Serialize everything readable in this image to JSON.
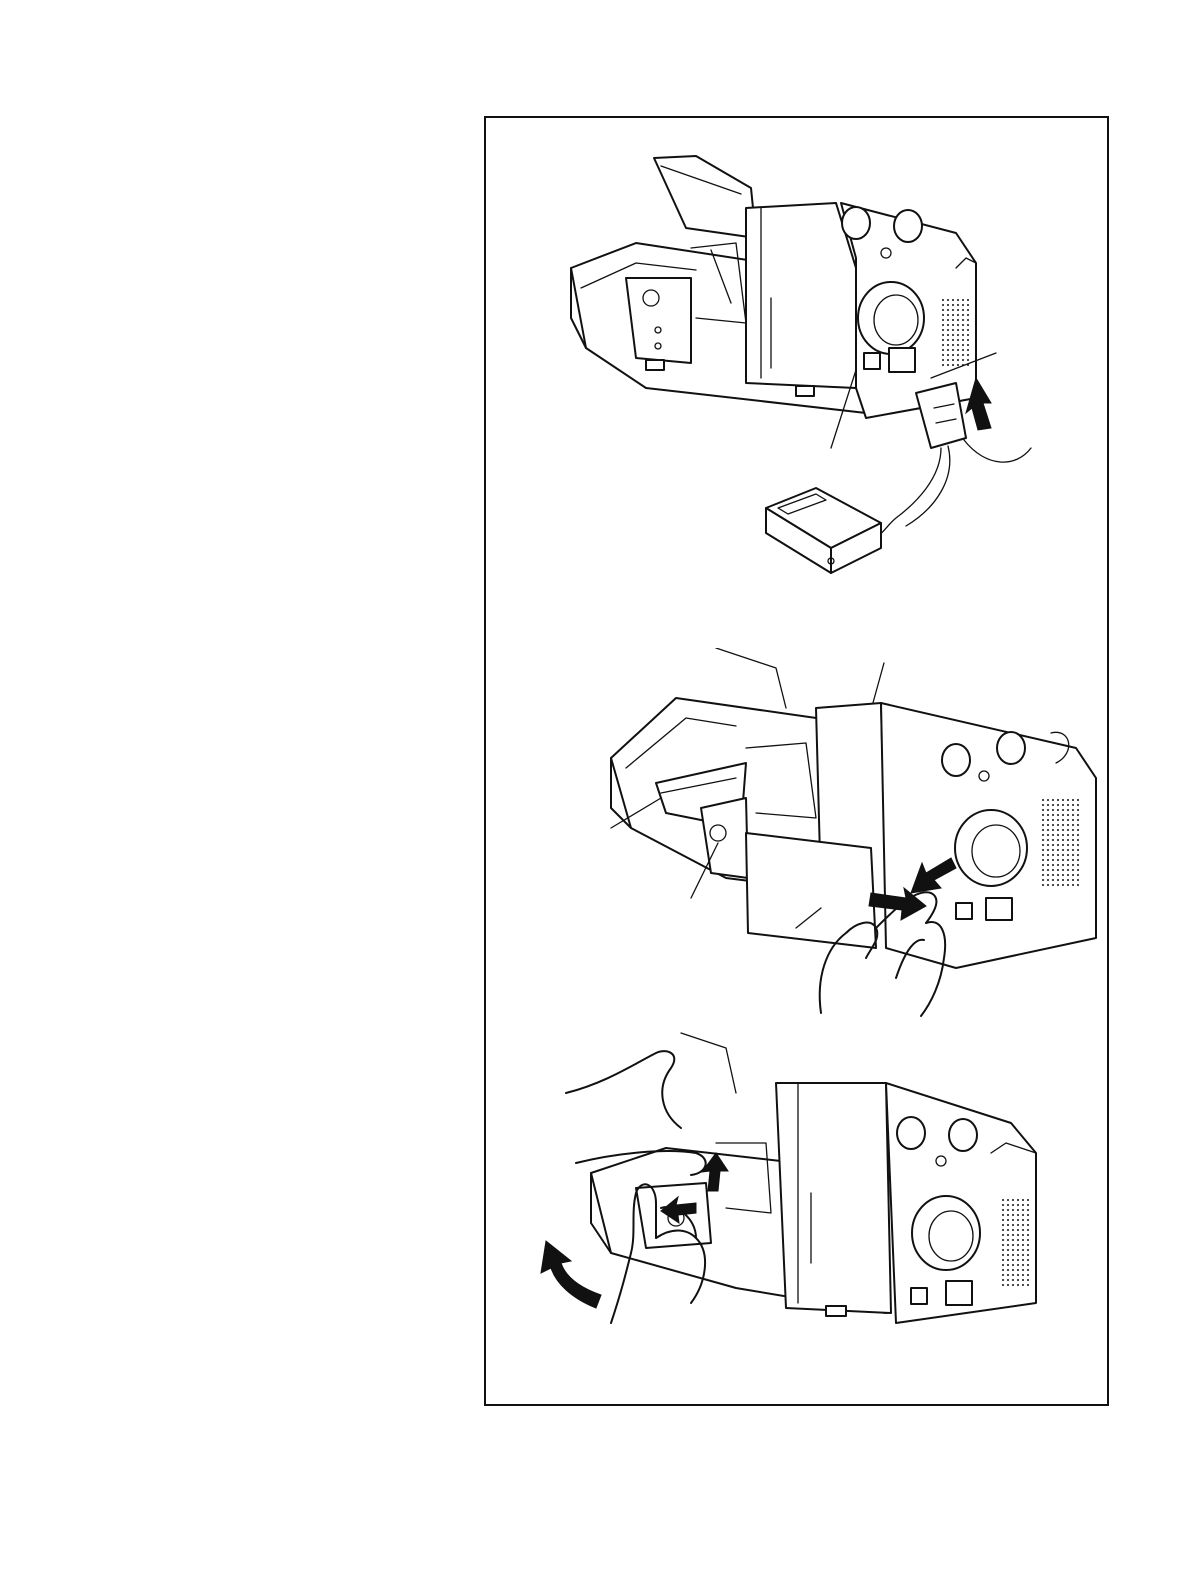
{
  "page": {
    "background": "#ffffff",
    "frame_color": "#111111"
  },
  "figure": {
    "panels": [
      {
        "id": "connect-foot-control",
        "icons": [
          "sewing-machine-icon",
          "power-switch-icon",
          "plug-icon",
          "foot-control-icon",
          "up-arrow-icon"
        ]
      },
      {
        "id": "open-looper-cover",
        "icons": [
          "sewing-machine-icon",
          "hand-icon",
          "right-arrow-icon",
          "down-left-arrow-icon"
        ]
      },
      {
        "id": "open-free-arm",
        "icons": [
          "sewing-machine-icon",
          "hand-icon",
          "curved-arrow-icon",
          "left-arrow-icon",
          "up-arrow-icon"
        ]
      }
    ]
  }
}
